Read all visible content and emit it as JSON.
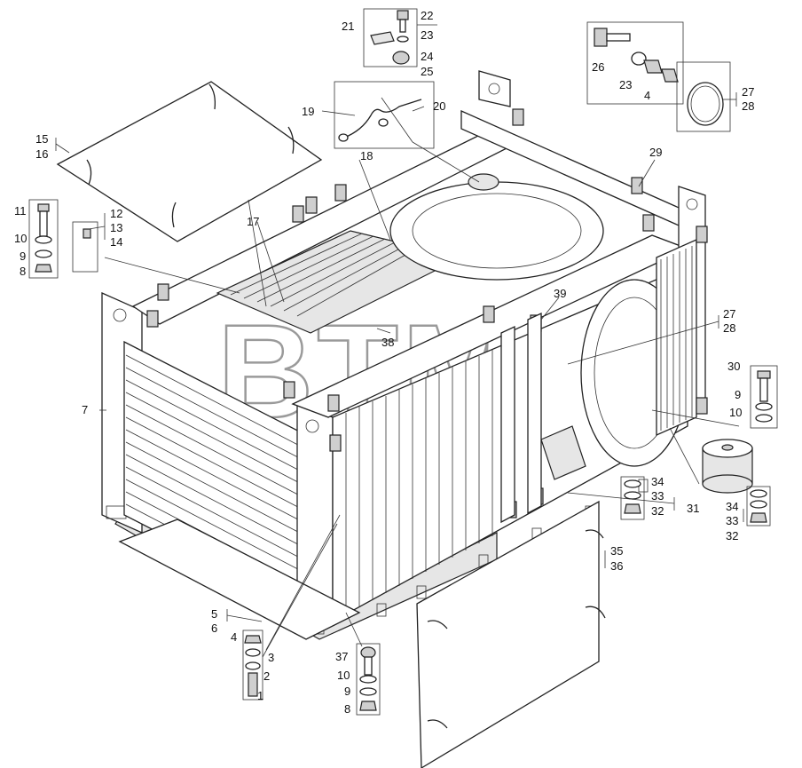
{
  "watermark": {
    "text": "BTM",
    "registered": "®"
  },
  "callouts": {
    "c1": "1",
    "c2": "2",
    "c3": "3",
    "c4a": "4",
    "c4b": "4",
    "c5": "5",
    "c6": "6",
    "c7": "7",
    "c8a": "8",
    "c8b": "8",
    "c9a": "9",
    "c9b": "9",
    "c9c": "9",
    "c10a": "10",
    "c10b": "10",
    "c10c": "10",
    "c11": "11",
    "c12": "12",
    "c13": "13",
    "c14": "14",
    "c15": "15",
    "c16": "16",
    "c17": "17",
    "c18": "18",
    "c19": "19",
    "c20": "20",
    "c21": "21",
    "c22": "22",
    "c23a": "23",
    "c23b": "23",
    "c24": "24",
    "c25": "25",
    "c26": "26",
    "c27a": "27",
    "c27b": "27",
    "c28a": "28",
    "c28b": "28",
    "c29": "29",
    "c30": "30",
    "c31": "31",
    "c32a": "32",
    "c32b": "32",
    "c33a": "33",
    "c33b": "33",
    "c34a": "34",
    "c34b": "34",
    "c35": "35",
    "c36": "36",
    "c37": "37",
    "c38": "38",
    "c39": "39"
  }
}
